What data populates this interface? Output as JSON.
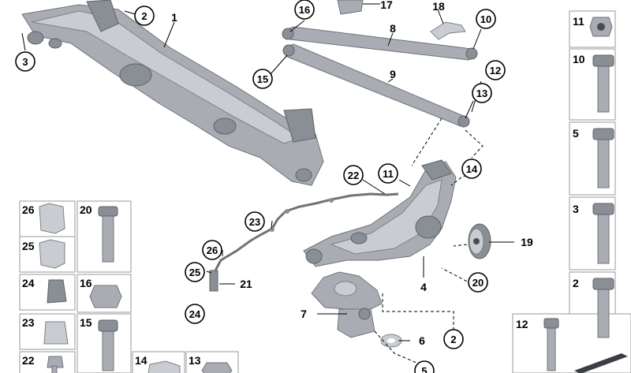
{
  "diagram": {
    "callouts": [
      {
        "id": "c1",
        "label": "1",
        "style": "plain"
      },
      {
        "id": "c2a",
        "label": "2",
        "style": "circle"
      },
      {
        "id": "c3a",
        "label": "3",
        "style": "circle"
      },
      {
        "id": "c16a",
        "label": "16",
        "style": "circle"
      },
      {
        "id": "c17",
        "label": "17",
        "style": "plain"
      },
      {
        "id": "c18",
        "label": "18",
        "style": "plain"
      },
      {
        "id": "c10a",
        "label": "10",
        "style": "circle"
      },
      {
        "id": "c8",
        "label": "8",
        "style": "plain"
      },
      {
        "id": "c9",
        "label": "9",
        "style": "plain"
      },
      {
        "id": "c15a",
        "label": "15",
        "style": "circle"
      },
      {
        "id": "c12a",
        "label": "12",
        "style": "circle"
      },
      {
        "id": "c13a",
        "label": "13",
        "style": "circle"
      },
      {
        "id": "c14a",
        "label": "14",
        "style": "circle"
      },
      {
        "id": "c22a",
        "label": "22",
        "style": "circle"
      },
      {
        "id": "c11a",
        "label": "11",
        "style": "circle"
      },
      {
        "id": "c23a",
        "label": "23",
        "style": "circle"
      },
      {
        "id": "c26a",
        "label": "26",
        "style": "circle"
      },
      {
        "id": "c25a",
        "label": "25",
        "style": "circle"
      },
      {
        "id": "c21",
        "label": "21",
        "style": "plain"
      },
      {
        "id": "c24a",
        "label": "24",
        "style": "circle"
      },
      {
        "id": "c19",
        "label": "19",
        "style": "plain"
      },
      {
        "id": "c20a",
        "label": "20",
        "style": "circle"
      },
      {
        "id": "c4",
        "label": "4",
        "style": "plain"
      },
      {
        "id": "c7",
        "label": "7",
        "style": "plain"
      },
      {
        "id": "c6",
        "label": "6",
        "style": "plain"
      },
      {
        "id": "c2b",
        "label": "2",
        "style": "circle"
      },
      {
        "id": "c5a",
        "label": "5",
        "style": "circle"
      }
    ],
    "left_boxes": [
      {
        "label": "26",
        "part": "clip"
      },
      {
        "label": "20",
        "part": "bolt"
      },
      {
        "label": "25",
        "part": "clip"
      },
      {
        "label": "24",
        "part": "grommet"
      },
      {
        "label": "16",
        "part": "nut"
      },
      {
        "label": "23",
        "part": "bracket"
      },
      {
        "label": "15",
        "part": "bolt"
      },
      {
        "label": "22",
        "part": "screw"
      },
      {
        "label": "14",
        "part": "clip"
      },
      {
        "label": "13",
        "part": "nut"
      }
    ],
    "right_boxes": [
      {
        "label": "11",
        "part": "nut"
      },
      {
        "label": "10",
        "part": "bolt"
      },
      {
        "label": "5",
        "part": "bolt"
      },
      {
        "label": "3",
        "part": "bolt"
      },
      {
        "label": "2",
        "part": "bolt"
      },
      {
        "label": "12",
        "part": "long-bolt"
      }
    ],
    "colors": {
      "metal": "#a9adb3",
      "outline": "#6f737a",
      "box_border": "#9a9a9a"
    }
  }
}
